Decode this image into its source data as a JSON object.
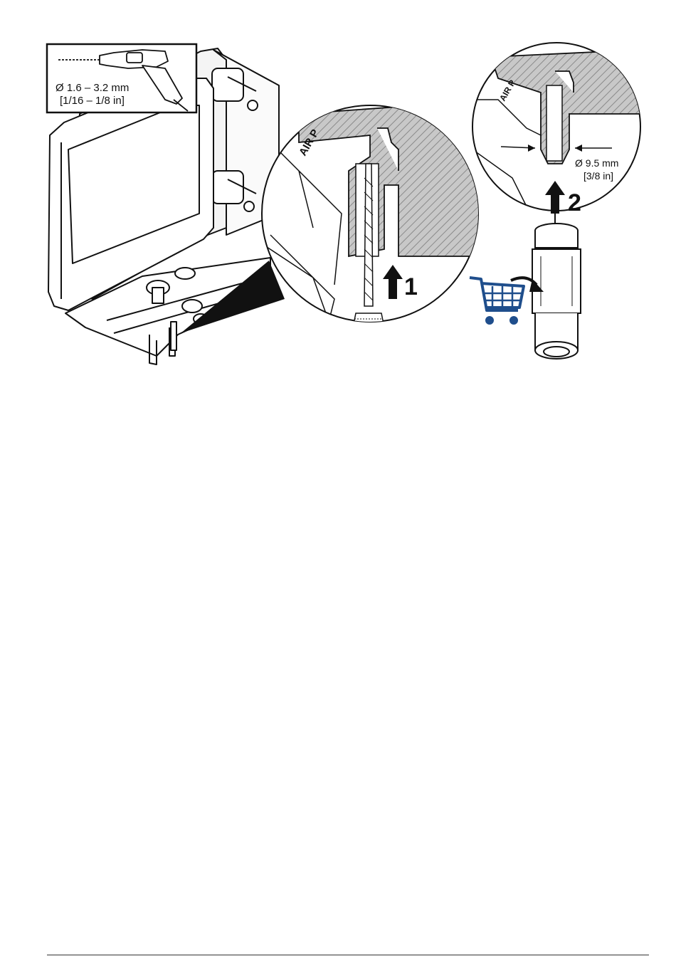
{
  "figure": {
    "drill_size_mm": "Ø 1.6 –  3.2 mm",
    "drill_size_in": "[1/16 – 1/8 in]",
    "hole_size_mm": "Ø 9.5 mm",
    "hole_size_in": "[3/8 in]",
    "step_1": "1",
    "step_2": "2",
    "port_label": "AIR P",
    "icons": [
      "drill-icon",
      "shopping-cart-icon",
      "up-arrow-icon",
      "curved-arrow-icon"
    ],
    "colors": {
      "line": "#111111",
      "hatch_fill": "#bdbdbd",
      "cart_blue": "#1f4e8c"
    }
  }
}
